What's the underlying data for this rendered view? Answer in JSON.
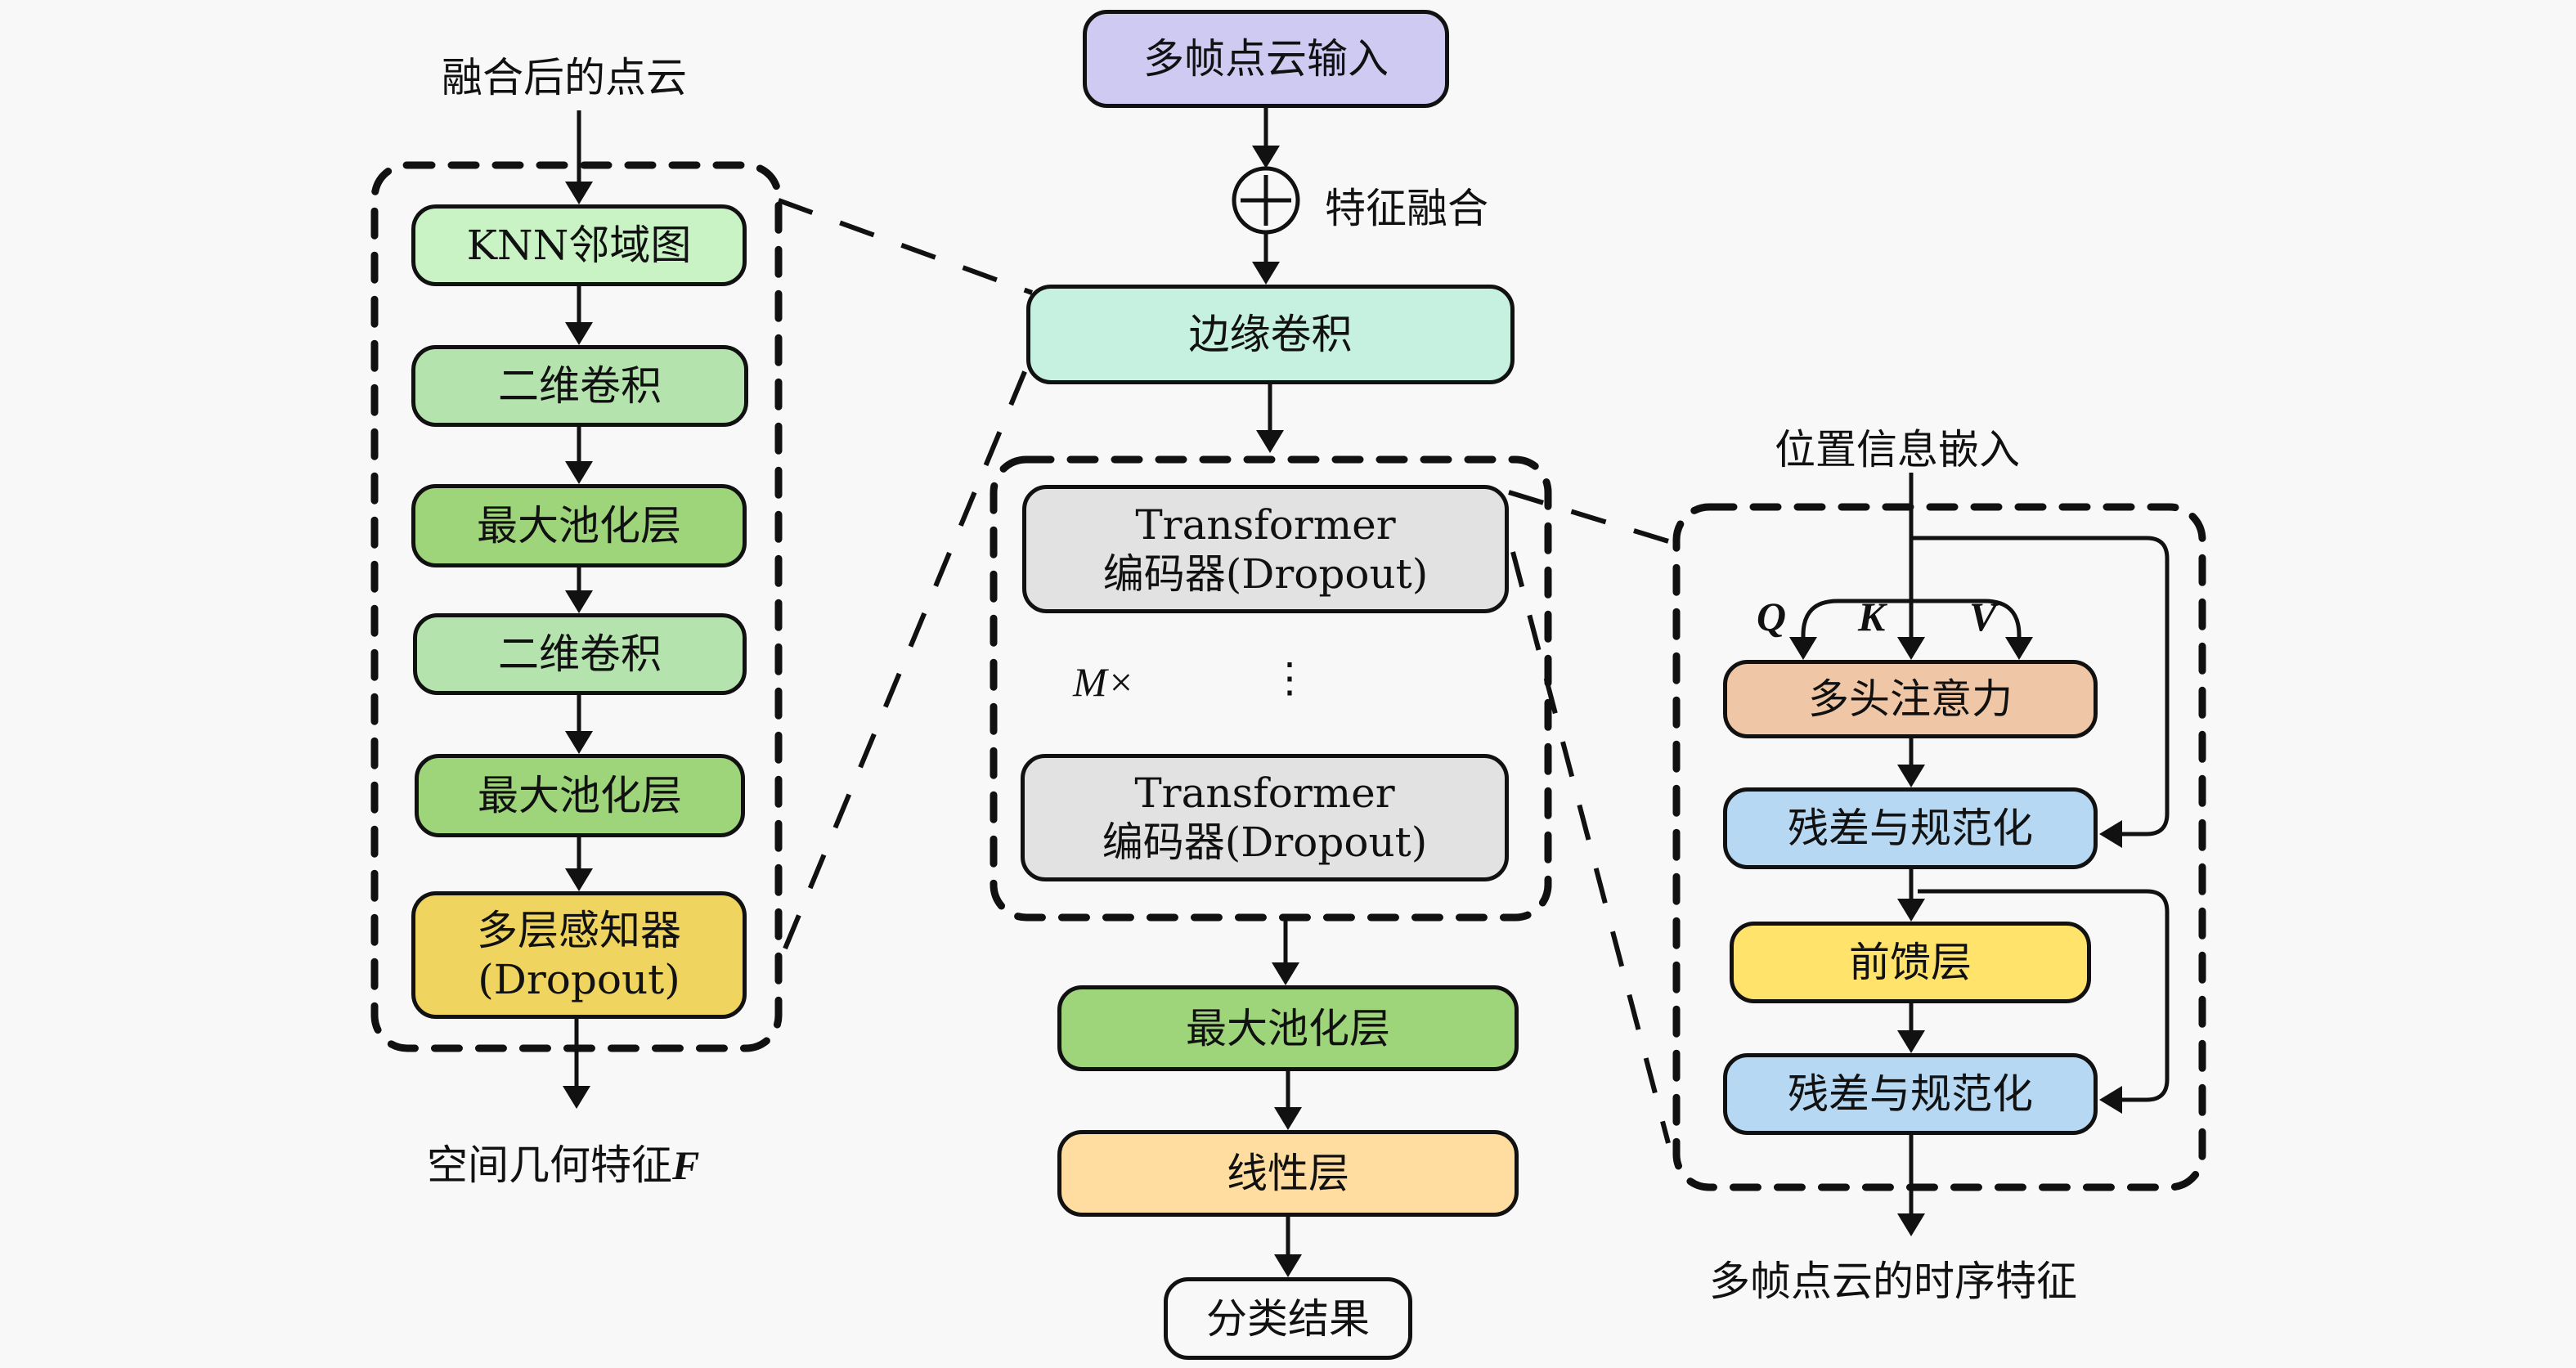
{
  "colors": {
    "input": "#cfcaf2",
    "edge_conv": "#c6f0e0",
    "knn": "#c9f2c5",
    "conv2d": "#b5e3ad",
    "maxpool": "#9ed47a",
    "mlp": "#efd560",
    "transformer": "#e2e2e2",
    "linear": "#ffdca0",
    "result": "#f8f8f8",
    "attention": "#efc7a6",
    "residual": "#b6d8f2",
    "feedforward": "#ffe36b"
  },
  "left_module": {
    "input_label": "融合后的点云",
    "blocks": [
      "KNN邻域图",
      "二维卷积",
      "最大池化层",
      "二维卷积",
      "最大池化层"
    ],
    "mlp_line1": "多层感知器",
    "mlp_line2": "(Dropout)",
    "output_label": "空间几何特征",
    "output_symbol": "F"
  },
  "main_flow": {
    "input": "多帧点云输入",
    "fusion_symbol": "+",
    "fusion_label": "特征融合",
    "edge_conv": "边缘卷积",
    "transformer_line1": "Transformer",
    "transformer_line2": "编码器(Dropout)",
    "repeat_label": "M×",
    "ellipsis": "⋮",
    "maxpool": "最大池化层",
    "linear": "线性层",
    "result": "分类结果"
  },
  "right_module": {
    "input_label": "位置信息嵌入",
    "q": "Q",
    "k": "K",
    "v": "V",
    "attention": "多头注意力",
    "residual1": "残差与规范化",
    "feedforward": "前馈层",
    "residual2": "残差与规范化",
    "output_label": "多帧点云的时序特征"
  }
}
